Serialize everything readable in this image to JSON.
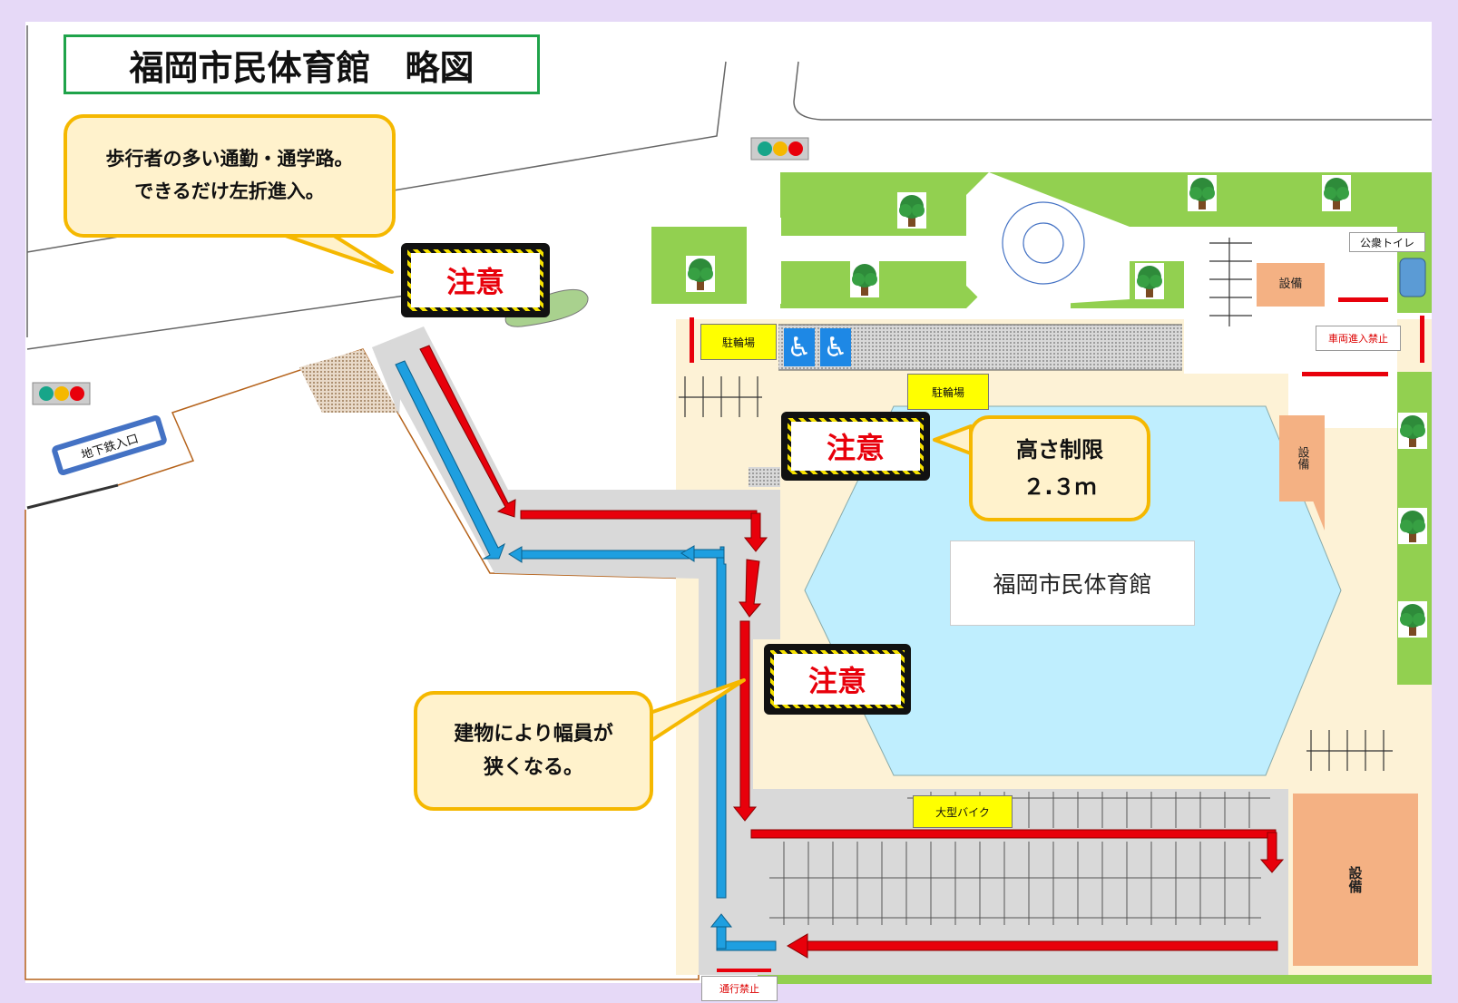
{
  "title": "福岡市民体育館　略図",
  "callouts": {
    "pedestrian_line1": "歩行者の多い通勤・通学路。",
    "pedestrian_line2": "できるだけ左折進入。",
    "height_line1": "高さ制限",
    "height_line2": "２.３ｍ",
    "narrow_line1": "建物により幅員が",
    "narrow_line2": "狭くなる。"
  },
  "caution_label": "注意",
  "labels": {
    "subway_entrance": "地下鉄入口",
    "bicycle_parking": "駐輪場",
    "public_toilet": "公衆トイレ",
    "equipment": "設備",
    "vehicle_no_entry": "車両進入禁止",
    "large_motorcycle": "大型バイク",
    "gym_name": "福岡市民体育館",
    "no_passage": "通行禁止"
  },
  "colors": {
    "entry_arrow": "#e8000b",
    "exit_arrow": "#1e9fe0",
    "gym_area": "#bfeefe",
    "road": "#d9d9d9",
    "green_area": "#92d050",
    "plaza": "#fdf2d6",
    "equipment": "#f4b183",
    "callout_fill": "#fff2cc",
    "callout_border": "#f5b800",
    "title_border": "#1fa34a"
  },
  "icons": [
    "traffic-light-icon",
    "tree-icon",
    "wheelchair-icon",
    "roundabout-icon"
  ]
}
